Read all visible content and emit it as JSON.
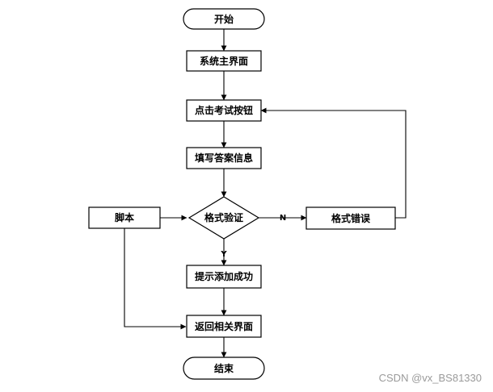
{
  "nodes": {
    "start": "开始",
    "main_ui": "系统主界面",
    "click_exam": "点击考试按钮",
    "fill_answer": "填写答案信息",
    "format_check": "格式验证",
    "format_error": "格式错误",
    "script": "脚本",
    "add_success": "提示添加成功",
    "return_ui": "返回相关界面",
    "end": "结束"
  },
  "edges": {
    "no": "N",
    "yes": "Y"
  },
  "watermark": "CSDN @vx_BS81330"
}
